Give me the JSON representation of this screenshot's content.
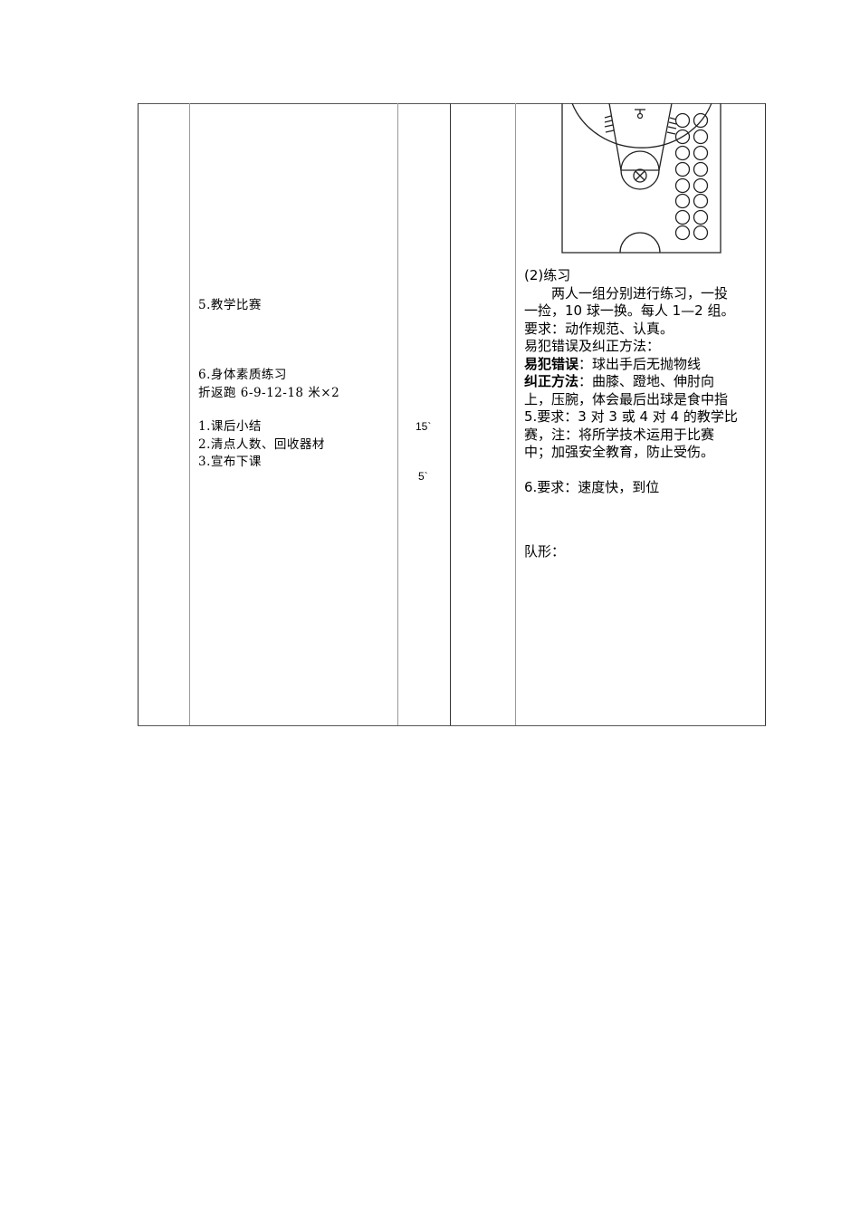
{
  "col2": {
    "item5": "5.教学比赛",
    "item6_title": "6.身体素质练习",
    "item6_detail": "折返跑 6-9-12-18 米×2",
    "end_items": [
      "1.课后小结",
      "2.清点人数、回收器材",
      "3.宣布下课"
    ]
  },
  "col3": {
    "time1": "15`",
    "time2": "5`"
  },
  "col5": {
    "practice_heading": "(2)练习",
    "practice_line1": "两人一组分别进行练习，一投",
    "practice_line2": "一捡，10 球一换。每人 1—2 组。",
    "requirement": "要求：动作规范、认真。",
    "errors_heading": "易犯错误及纠正方法：",
    "error_label": "易犯错误",
    "error_text": "：球出手后无抛物线",
    "fix_label": "纠正方法",
    "fix_text_line1": "：曲膝、蹬地、伸肘向",
    "fix_text_line2": "上，压腕，体会最后出球是食中指",
    "req5_line1": "5.要求：3 对 3 或 4 对 4 的教学比",
    "req5_line2": "赛，注：将所学技术运用于比赛",
    "req5_line3": "中；加强安全教育，防止受伤。",
    "req6": "6.要求：速度快，到位",
    "formation": "队形："
  },
  "diagram": {
    "type": "basketball-half-court",
    "player_rows": 8,
    "player_cols": 2
  }
}
